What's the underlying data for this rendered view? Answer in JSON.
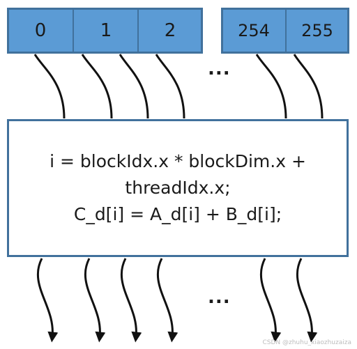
{
  "threads": {
    "cells": [
      "0",
      "1",
      "2",
      "254",
      "255"
    ],
    "fill_color": "#5b9bd5",
    "border_color": "#41719c"
  },
  "ellipsis_top": "...",
  "ellipsis_bottom": "...",
  "kernel": {
    "lines": [
      "i = blockIdx.x * blockDim.x +",
      "threadIdx.x;",
      "C_d[i] = A_d[i] + B_d[i];"
    ]
  },
  "watermark": "CSDN @zhuhu_xiaozhuzaiza"
}
